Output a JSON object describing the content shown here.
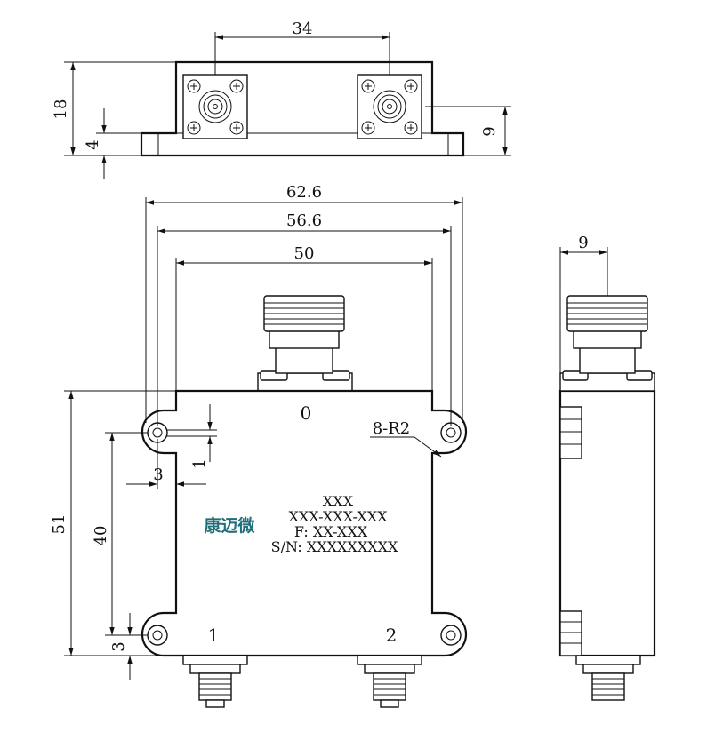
{
  "dimensions": {
    "top_view": {
      "width_between_ports": "34",
      "height": "18",
      "flange_thickness": "4",
      "port_height": "9"
    },
    "front_view": {
      "overall_width": "62.6",
      "hole_spacing": "56.6",
      "body_width": "50",
      "height": "51",
      "hole_vertical_spacing": "40",
      "hole_offset_x": "3",
      "hole_offset_y": "1",
      "hole_offset_bottom": "3",
      "corner_radius": "8-R2"
    },
    "side_view": {
      "connector_offset": "9"
    }
  },
  "ports": {
    "common": "0",
    "output1": "1",
    "output2": "2"
  },
  "label": {
    "logo": "康迈微",
    "line1": "XXX",
    "line2": "XXX-XXX-XXX",
    "line3": "F: XX-XXX",
    "line4": "S/N: XXXXXXXXX"
  },
  "colors": {
    "logo": "#1f6e78",
    "lines": "#111111"
  }
}
